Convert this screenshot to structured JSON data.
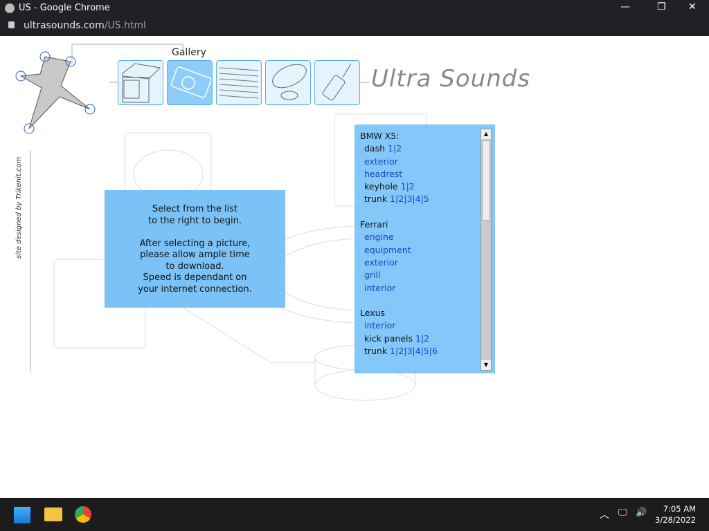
{
  "window": {
    "title": "US - Google Chrome",
    "url_host": "ultrasounds.com",
    "url_path": "/US.html"
  },
  "header": {
    "gallery_label": "Gallery",
    "logo": "Ultra Sounds",
    "nav": [
      {
        "name": "home"
      },
      {
        "name": "gallery"
      },
      {
        "name": "articles"
      },
      {
        "name": "speakers"
      },
      {
        "name": "contact"
      }
    ]
  },
  "info": {
    "lines": [
      "Select from the list",
      "to the right to begin.",
      "",
      "After selecting a picture,",
      "please allow ample time",
      "to download.",
      "Speed is dependant on",
      "your internet connection."
    ]
  },
  "credit": "site designed by Trikenit.com",
  "list": {
    "groups": [
      {
        "name": "BMW X5:",
        "items": [
          {
            "label": "dash",
            "links": [
              "1",
              "2"
            ]
          },
          {
            "label": "exterior",
            "links": []
          },
          {
            "label": "headrest",
            "links": []
          },
          {
            "label": "keyhole",
            "links": [
              "1",
              "2"
            ]
          },
          {
            "label": "trunk",
            "links": [
              "1",
              "2",
              "3",
              "4",
              "5"
            ]
          }
        ]
      },
      {
        "name": "Ferrari",
        "items": [
          {
            "label": "engine",
            "links": []
          },
          {
            "label": "equipment",
            "links": []
          },
          {
            "label": "exterior",
            "links": []
          },
          {
            "label": "grill",
            "links": []
          },
          {
            "label": "interior",
            "links": []
          }
        ]
      },
      {
        "name": "Lexus",
        "items": [
          {
            "label": "interior",
            "links": []
          },
          {
            "label": "kick panels",
            "links": [
              "1",
              "2"
            ]
          },
          {
            "label": "trunk",
            "links": [
              "1",
              "2",
              "3",
              "4",
              "5",
              "6"
            ]
          }
        ]
      }
    ]
  },
  "taskbar": {
    "time": "7:05 AM",
    "date": "3/28/2022"
  }
}
